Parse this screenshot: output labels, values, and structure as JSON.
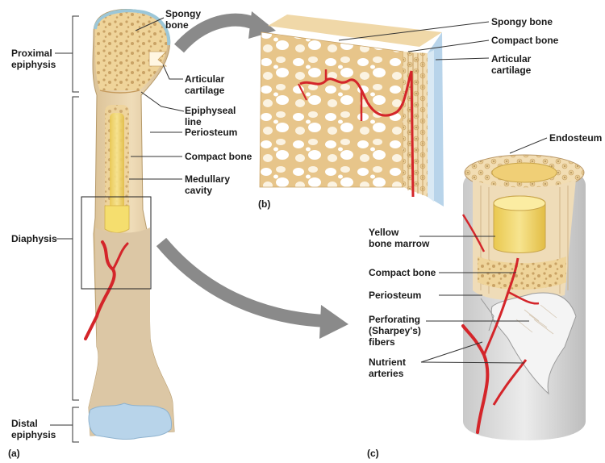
{
  "panels": {
    "a": "(a)",
    "b": "(b)",
    "c": "(c)"
  },
  "left_labels": {
    "proximal_epiphysis": [
      "Proximal",
      "epiphysis"
    ],
    "diaphysis": "Diaphysis",
    "distal_epiphysis": [
      "Distal",
      "epiphysis"
    ]
  },
  "bone_labels": {
    "spongy_bone": [
      "Spongy",
      "bone"
    ],
    "articular_cartilage": [
      "Articular",
      "cartilage"
    ],
    "epiphyseal_line": [
      "Epiphyseal",
      "line"
    ],
    "periosteum": "Periosteum",
    "compact_bone": "Compact bone",
    "medullary_cavity": [
      "Medullary",
      "cavity"
    ]
  },
  "b_labels": {
    "spongy_bone": "Spongy bone",
    "compact_bone": "Compact bone",
    "articular_cartilage": [
      "Articular",
      "cartilage"
    ]
  },
  "c_labels": {
    "endosteum": "Endosteum",
    "yellow_marrow": [
      "Yellow",
      "bone marrow"
    ],
    "compact_bone": "Compact bone",
    "periosteum": "Periosteum",
    "perforating_fibers": [
      "Perforating",
      "(Sharpey's)",
      "fibers"
    ],
    "nutrient_arteries": [
      "Nutrient",
      "arteries"
    ]
  },
  "colors": {
    "bone": "#f3dca9",
    "bone_dark": "#e4c48a",
    "shaft": "#e9d2a8",
    "marrow": "#f1d66a",
    "cartilage_blue": "#b8d4ea",
    "artery": "#d4252a",
    "arrow_gray": "#8a8a8a",
    "periosteum_gray": "#d6d6d6"
  },
  "icons": {
    "arrows": "curved-arrow-icon"
  }
}
